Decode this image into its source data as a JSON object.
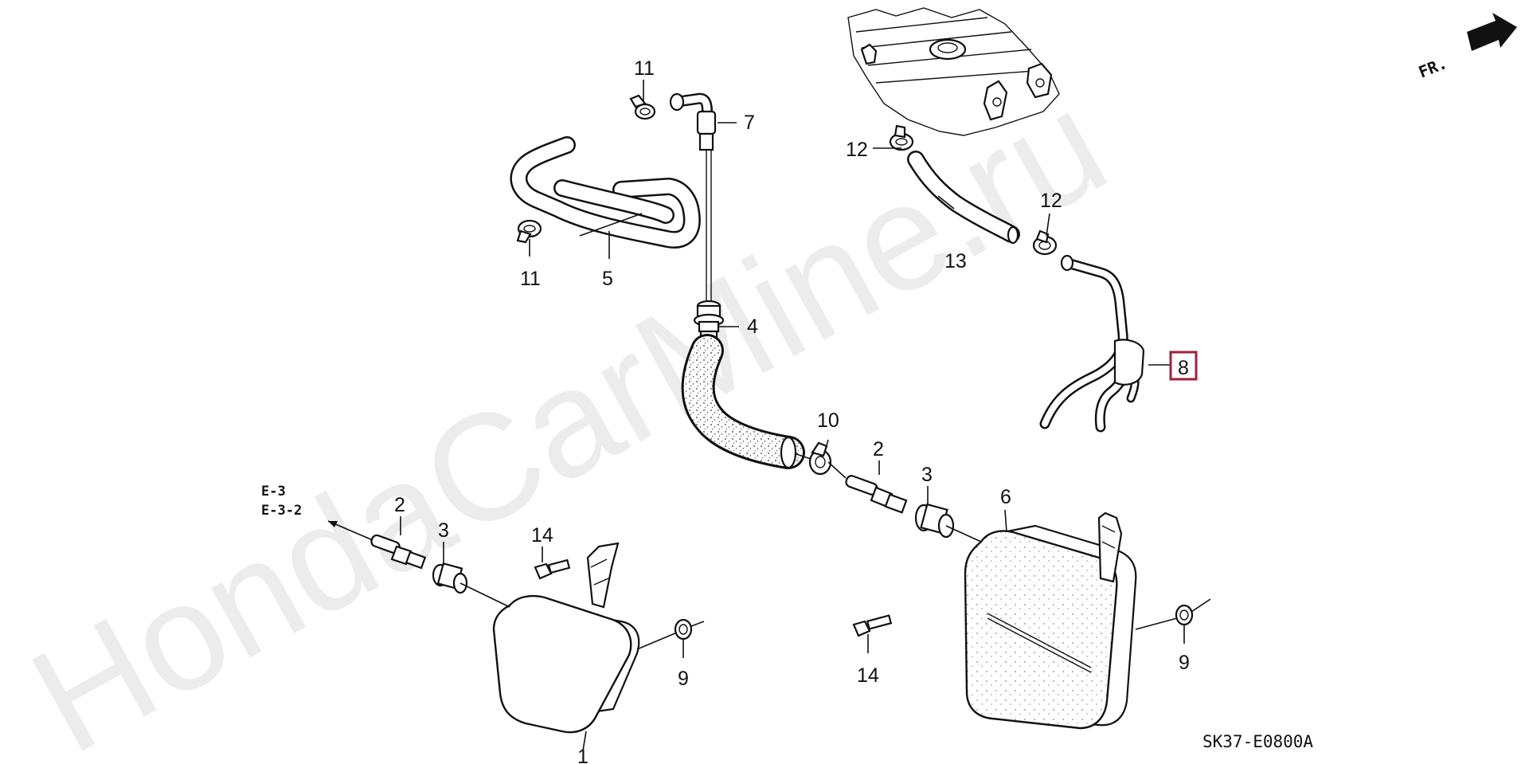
{
  "watermark": "HondaCarMine.ru",
  "diagram_code": "SK37-E0800A",
  "direction": {
    "text": "FR."
  },
  "reference": {
    "line1": "E-3",
    "line2": "E-3-2"
  },
  "highlight_color": "#a0213a",
  "callouts": {
    "p1": "1",
    "p2a": "2",
    "p2b": "2",
    "p3a": "3",
    "p3b": "3",
    "p4": "4",
    "p5": "5",
    "p6": "6",
    "p7": "7",
    "p8": "8",
    "p9a": "9",
    "p9b": "9",
    "p10": "10",
    "p11a": "11",
    "p11b": "11",
    "p12a": "12",
    "p12b": "12",
    "p13": "13",
    "p14a": "14",
    "p14b": "14"
  }
}
